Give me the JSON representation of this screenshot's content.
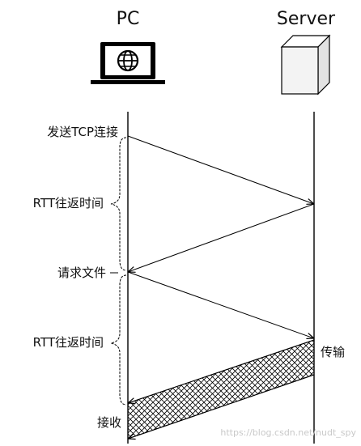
{
  "nodes": {
    "left": "PC",
    "right": "Server"
  },
  "steps": {
    "send_tcp": "发送TCP连接",
    "rtt_1": "RTT往返时间",
    "request_file": "请求文件",
    "rtt_2": "RTT往返时间",
    "transfer": "传输",
    "receive": "接收"
  },
  "watermark": "https://blog.csdn.net/nudt_spy",
  "icons": {
    "pc": "laptop-globe-icon",
    "server": "server-box-icon"
  },
  "colors": {
    "line": "#000000",
    "text": "#111111",
    "hatch": "#000000"
  }
}
